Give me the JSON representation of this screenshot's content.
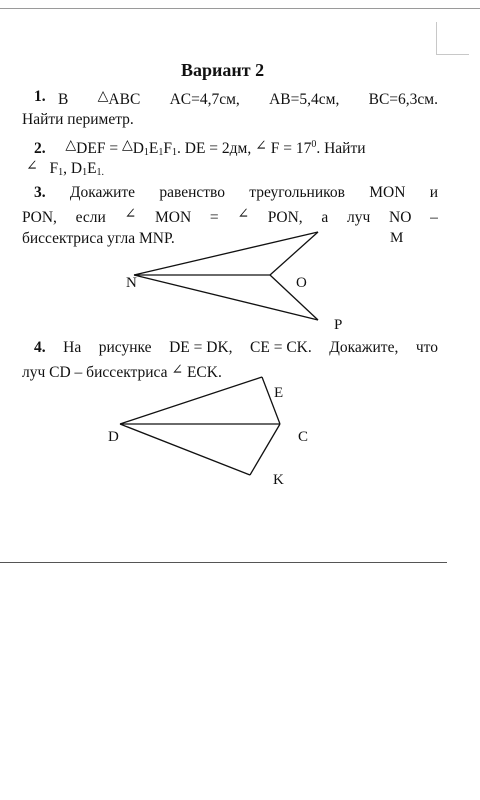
{
  "title": "Вариант 2",
  "p1": {
    "num": "1.",
    "b": "В",
    "tri": "△",
    "name": "ABC",
    "ac": "AC=4,7см,",
    "ab": "AB=5,4см,",
    "bc": "BC=6,3см.",
    "line2": "Найти периметр."
  },
  "p2": {
    "num": "2.",
    "tri1": "△",
    "def": "DEF =",
    "tri2": "△",
    "d": "D",
    "s1": "1",
    "e": "E",
    "s2": "1",
    "f": "F",
    "s3": "1",
    "de": ". DE = 2дм,",
    "ang": "∠",
    "f17": "F = 17",
    "deg": "0",
    "find": ". Найти",
    "ang2": "∠",
    "f1": "F",
    "f1s": "1",
    "comma": ",",
    "d1": "D",
    "d1s": "1",
    "e1": "E",
    "e1s": "1."
  },
  "p3": {
    "l1": [
      "3.",
      "Докажите",
      "равенство",
      "треугольников",
      "MON",
      "и"
    ],
    "l2": [
      "PON,",
      "если",
      "∠",
      "MON",
      "=",
      "∠",
      "PON,",
      "а",
      "луч",
      "NO",
      "–"
    ],
    "l3": "биссектриса угла MNP.",
    "labels": {
      "m": "M",
      "n": "N",
      "o": "O",
      "p": "P"
    }
  },
  "p4": {
    "l1": [
      "4.",
      "На",
      "рисунке",
      "DE = DK,",
      "CE = CK.",
      "Докажите,",
      "что"
    ],
    "l2a": "луч CD – биссектриса",
    "ang": "∠",
    "l2b": "ECK.",
    "labels": {
      "e": "E",
      "d": "D",
      "c": "C",
      "k": "K"
    }
  }
}
